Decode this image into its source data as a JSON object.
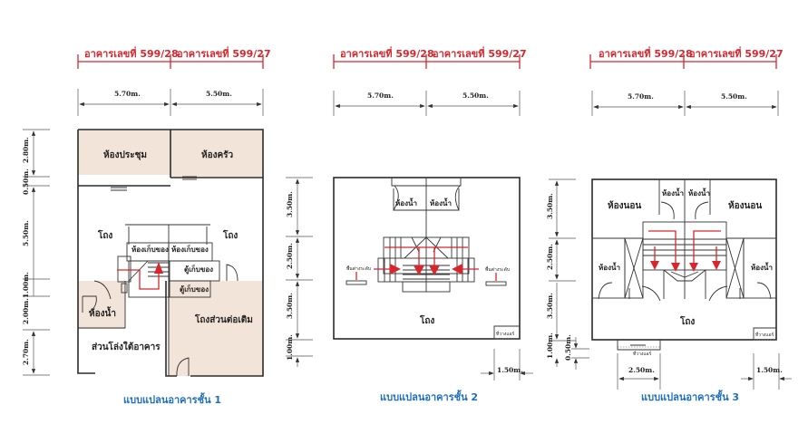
{
  "buildings": {
    "left_label": "อาคารเลขที่ 599/28",
    "right_label": "อาคารเลขที่ 599/27"
  },
  "widths": {
    "left": "5.70m.",
    "right": "5.50m."
  },
  "floor1": {
    "caption": "แบบแปลนอาคารชั้น 1",
    "vertical_dims": [
      "2.80m.",
      "0.50m.",
      "5.50m.",
      "1.00m.",
      "2.00m.",
      "2.70m."
    ],
    "rooms": {
      "meeting": "ห้องประชุม",
      "kitchen": "ห้องครัว",
      "hall_left": "โถง",
      "hall_right": "โถง",
      "storage_left": "ห้องเก็บของ",
      "storage_right": "ห้องเก็บของ",
      "cabinet_upper": "ตู้เก็บของ",
      "cabinet_lower": "ตู้เก็บของ",
      "bathroom": "ห้องน้ำ",
      "extension_hall": "โถงส่วนต่อเติม",
      "open_space": "ส่วนโล่งใต้อาคาร"
    }
  },
  "floor2": {
    "caption": "แบบแปลนอาคารชั้น 2",
    "vertical_dims": [
      "3.50m.",
      "2.50m.",
      "3.50m.",
      "1.00m."
    ],
    "ac_width": "1.50m.",
    "rooms": {
      "bath_left": "ห้องน้ำ",
      "bath_right": "ห้องน้ำ",
      "split_level_left": "พื้นต่างระดับ",
      "split_level_right": "พื้นต่างระดับ",
      "hall": "โถง",
      "ac_spot": "ที่วางแอร์"
    }
  },
  "floor3": {
    "caption": "แบบแปลนอาคารชั้น 3",
    "vertical_dims": [
      "3.50m.",
      "2.50m.",
      "3.50m.",
      "1.00m.",
      "0.50m."
    ],
    "bottom_dims": [
      "2.50m.",
      "1.50m."
    ],
    "rooms": {
      "bedroom_left": "ห้องนอน",
      "bedroom_right": "ห้องนอน",
      "bath_top_left": "ห้องน้ำ",
      "bath_top_right": "ห้องน้ำ",
      "bath_side_left": "ห้องน้ำ",
      "bath_side_right": "ห้องน้ำ",
      "hall": "โถง",
      "ac_spot_left": "ที่วางแอร์",
      "ac_spot_right": "ที่วางแอร์"
    }
  },
  "colors": {
    "building_label": "#d8262f",
    "caption": "#1f6fbf",
    "shaded_room": "#f2e4d8",
    "stair_arrow": "#d8262f"
  }
}
